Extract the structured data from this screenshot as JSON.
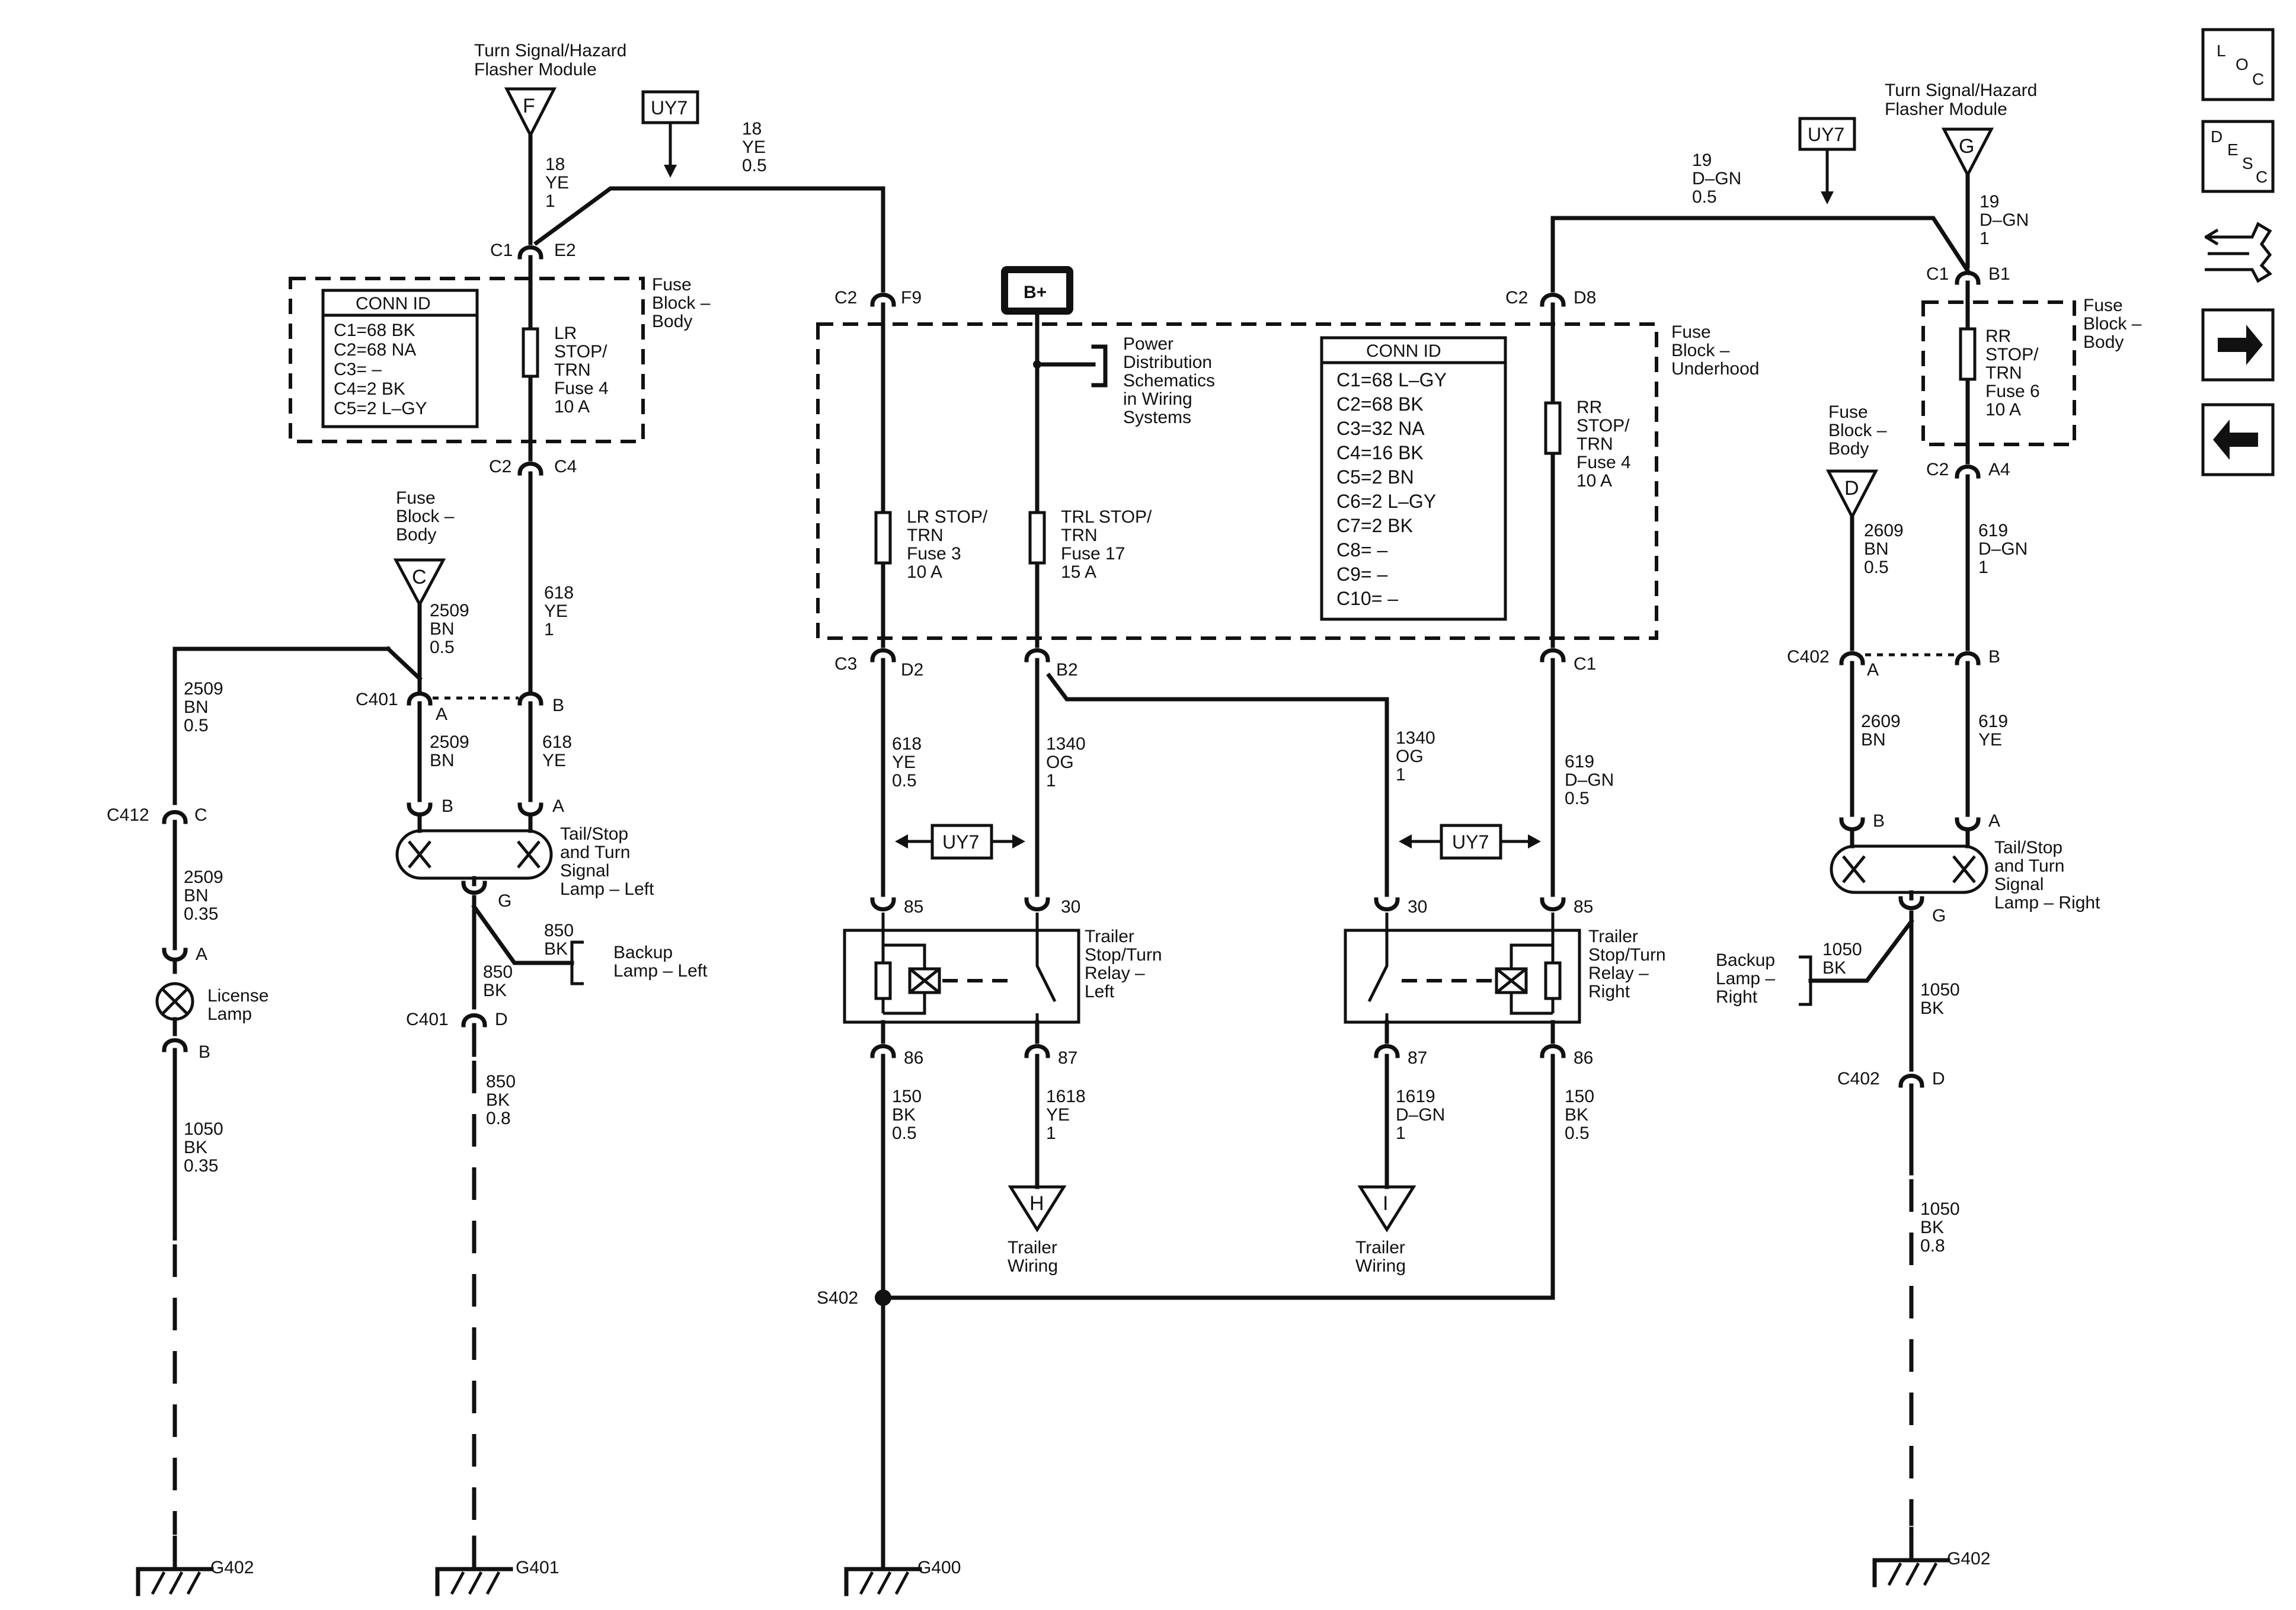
{
  "nav": {
    "loc": [
      "L",
      "O",
      "C"
    ],
    "desc": [
      "D",
      "E",
      "S",
      "C"
    ]
  },
  "top_left": {
    "flasher": [
      "Turn Signal/Hazard",
      "Flasher Module"
    ],
    "pin_f": "F",
    "uy7": "UY7",
    "wire_18_ye_1": [
      "18",
      "YE",
      "1"
    ],
    "wire_18_ye_05": [
      "18",
      "YE",
      "0.5"
    ],
    "c1": "C1",
    "e2": "E2",
    "fuse_body": [
      "Fuse",
      "Block –",
      "Body"
    ],
    "conn_title": "CONN ID",
    "conn_lines": [
      "C1=68 BK",
      "C2=68 NA",
      "C3= –",
      "C4=2 BK",
      "C5=2 L–GY"
    ],
    "lr_fuse": [
      "LR",
      "STOP/",
      "TRN",
      "Fuse 4",
      "10 A"
    ],
    "c2": "C2",
    "c4": "C4",
    "fuse_body_c": [
      "Fuse",
      "Block –",
      "Body"
    ],
    "pin_c": "C",
    "wire_2509_bn_05": [
      "2509",
      "BN",
      "0.5"
    ],
    "wire_618_ye_1": [
      "618",
      "YE",
      "1"
    ]
  },
  "left": {
    "wire_2509_bn_05_b": [
      "2509",
      "BN",
      "0.5"
    ],
    "c401": "C401",
    "a": "A",
    "b": "B",
    "wire_2509_bn": [
      "2509",
      "BN"
    ],
    "wire_618_ye": [
      "618",
      "YE"
    ],
    "c412": "C412",
    "c": "C",
    "lamp_b": "B",
    "lamp_a": "A",
    "tail_left": [
      "Tail/Stop",
      "and Turn",
      "Signal",
      "Lamp – Left"
    ],
    "g": "G",
    "wire_850_bk": [
      "850",
      "BK"
    ],
    "backup_left": [
      "Backup",
      "Lamp – Left"
    ],
    "wire_2509_bn_035": [
      "2509",
      "BN",
      "0.35"
    ],
    "lic_a": "A",
    "license": [
      "License",
      "Lamp"
    ],
    "lic_b": "B",
    "c401_b": "C401",
    "d": "D",
    "wire_850_bk_08": [
      "850",
      "BK",
      "0.8"
    ],
    "wire_1050_bk_035": [
      "1050",
      "BK",
      "0.35"
    ],
    "g402": "G402",
    "g401": "G401"
  },
  "center": {
    "c2": "C2",
    "f9": "F9",
    "bplus": "B+",
    "power_dist": [
      "Power",
      "Distribution",
      "Schematics",
      "in Wiring",
      "Systems"
    ],
    "conn_title": "CONN ID",
    "conn_lines": [
      "C1=68 L–GY",
      "C2=68 BK",
      "C3=32 NA",
      "C4=16 BK",
      "C5=2 BN",
      "C6=2 L–GY",
      "C7=2 BK",
      "C8= –",
      "C9= –",
      "C10= –"
    ],
    "c2_right": "C2",
    "d8": "D8",
    "fuse_underhood": [
      "Fuse",
      "Block –",
      "Underhood"
    ],
    "rr_fuse": [
      "RR",
      "STOP/",
      "TRN",
      "Fuse 4",
      "10 A"
    ],
    "lr_fuse3": [
      "LR STOP/",
      "TRN",
      "Fuse 3",
      "10 A"
    ],
    "trl_fuse17": [
      "TRL STOP/",
      "TRN",
      "Fuse 17",
      "15 A"
    ],
    "c3": "C3",
    "d2": "D2",
    "b2": "B2",
    "c1": "C1",
    "wire_618_ye_05": [
      "618",
      "YE",
      "0.5"
    ],
    "wire_1340_og_1": [
      "1340",
      "OG",
      "1"
    ],
    "wire_1340_og_1_r": [
      "1340",
      "OG",
      "1"
    ],
    "wire_619_dgn_05": [
      "619",
      "D–GN",
      "0.5"
    ],
    "uy7_left": "UY7",
    "uy7_right": "UY7",
    "pin_85_l": "85",
    "pin_30_l": "30",
    "pin_30_r": "30",
    "pin_85_r": "85",
    "relay_left": [
      "Trailer",
      "Stop/Turn",
      "Relay –",
      "Left"
    ],
    "relay_right": [
      "Trailer",
      "Stop/Turn",
      "Relay –",
      "Right"
    ],
    "pin_86_l": "86",
    "pin_87_l": "87",
    "pin_87_r": "87",
    "pin_86_r": "86",
    "wire_150_bk_05_l": [
      "150",
      "BK",
      "0.5"
    ],
    "wire_1618_ye_1": [
      "1618",
      "YE",
      "1"
    ],
    "wire_1619_dgn_1": [
      "1619",
      "D–GN",
      "1"
    ],
    "wire_150_bk_05_r": [
      "150",
      "BK",
      "0.5"
    ],
    "pin_h": "H",
    "pin_i": "I",
    "trailer_wiring_h": [
      "Trailer",
      "Wiring"
    ],
    "trailer_wiring_i": [
      "Trailer",
      "Wiring"
    ],
    "s402": "S402",
    "g400": "G400"
  },
  "right": {
    "uy7": "UY7",
    "flasher": [
      "Turn Signal/Hazard",
      "Flasher Module"
    ],
    "pin_g": "G",
    "wire_19_dgn_05": [
      "19",
      "D–GN",
      "0.5"
    ],
    "wire_19_dgn_1": [
      "19",
      "D–GN",
      "1"
    ],
    "c1": "C1",
    "b1": "B1",
    "fuse_body": [
      "Fuse",
      "Block –",
      "Body"
    ],
    "rr_fuse": [
      "RR",
      "STOP/",
      "TRN",
      "Fuse 6",
      "10 A"
    ],
    "fuse_body_d": [
      "Fuse",
      "Block –",
      "Body"
    ],
    "pin_d": "D",
    "c2": "C2",
    "a4": "A4",
    "wire_2609_bn_05": [
      "2609",
      "BN",
      "0.5"
    ],
    "wire_619_dgn_1": [
      "619",
      "D–GN",
      "1"
    ],
    "c402": "C402",
    "a": "A",
    "b": "B",
    "wire_2609_bn": [
      "2609",
      "BN"
    ],
    "wire_619_ye": [
      "619",
      "YE"
    ],
    "lamp_b": "B",
    "lamp_a": "A",
    "tail_right": [
      "Tail/Stop",
      "and Turn",
      "Signal",
      "Lamp – Right"
    ],
    "g": "G",
    "wire_1050_bk_l": [
      "1050",
      "BK"
    ],
    "backup_right": [
      "Backup",
      "Lamp –",
      "Right"
    ],
    "wire_1050_bk": [
      "1050",
      "BK"
    ],
    "c402_b": "C402",
    "d": "D",
    "wire_1050_bk_08": [
      "1050",
      "BK",
      "0.8"
    ],
    "g402": "G402"
  }
}
